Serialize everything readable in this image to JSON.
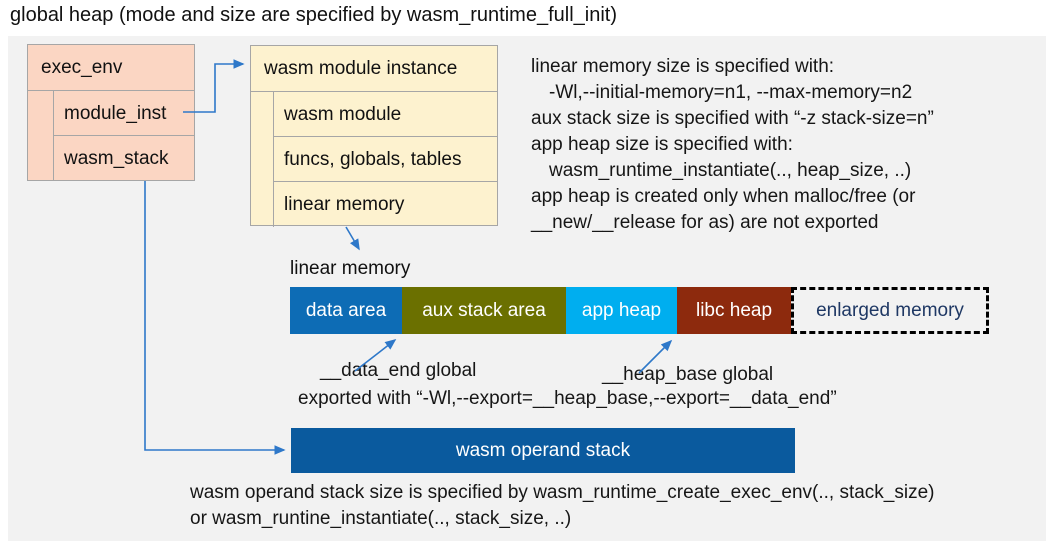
{
  "title": "global heap (mode and size are specified by wasm_runtime_full_init)",
  "exec_env": {
    "title": "exec_env",
    "rows": [
      "module_inst",
      "wasm_stack"
    ]
  },
  "module_instance": {
    "title": "wasm module instance",
    "rows": [
      "wasm module",
      "funcs, globals, tables",
      "linear memory"
    ]
  },
  "notes_right": {
    "lines": [
      "linear memory size is specified with:",
      "-Wl,--initial-memory=n1, --max-memory=n2",
      "aux stack size is specified with “-z stack-size=n”",
      "app heap size is specified with:",
      "wasm_runtime_instantiate(.., heap_size, ..)",
      "app heap is created only when malloc/free (or",
      "__new/__release for as) are not exported"
    ]
  },
  "linear_memory": {
    "label": "linear memory",
    "segments": [
      {
        "label": "data area",
        "color": "#0d6cb5"
      },
      {
        "label": "aux stack area",
        "color": "#6b7000"
      },
      {
        "label": "app heap",
        "color": "#00aeef"
      },
      {
        "label": "libc heap",
        "color": "#8d2a0d"
      }
    ],
    "enlarged": {
      "label": "enlarged memory",
      "text_color": "#1f3864"
    }
  },
  "annotations": {
    "data_end": "__data_end global",
    "heap_base": "__heap_base global",
    "exported": "exported with “-Wl,--export=__heap_base,--export=__data_end”"
  },
  "operand_stack": {
    "label": "wasm operand stack",
    "color": "#0a5a9e",
    "notes": [
      "wasm operand stack size is specified by wasm_runtime_create_exec_env(.., stack_size)",
      "or wasm_runtine_instantiate(.., stack_size, ..)"
    ]
  },
  "colors": {
    "stage_background": "#f2f2f2",
    "exec_env_fill": "#fbd6c3",
    "module_instance_fill": "#fdf2cf",
    "box_border": "#a6a6a6",
    "arrow": "#2e78c9",
    "enlarged_border": "#000000",
    "text": "#111111"
  }
}
